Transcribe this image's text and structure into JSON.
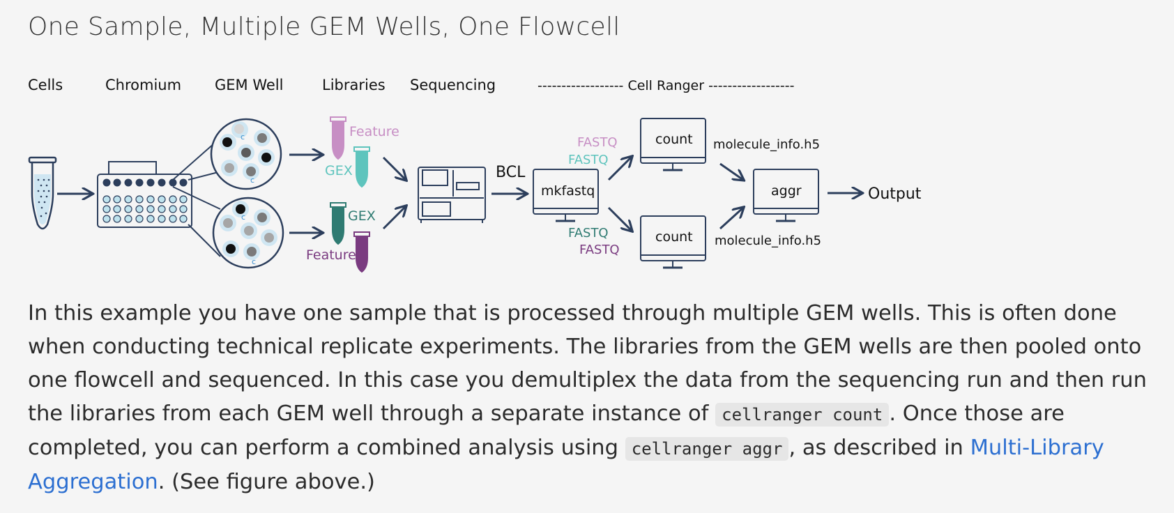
{
  "title": "One Sample, Multiple GEM Wells, One Flowcell",
  "figure": {
    "headers": {
      "cells": "Cells",
      "chromium": "Chromium",
      "gem_well": "GEM Well",
      "libraries": "Libraries",
      "sequencing": "Sequencing",
      "cell_ranger": "------------------ Cell Ranger ------------------"
    },
    "labels": {
      "feature_top": "Feature",
      "gex_top": "GEX",
      "gex_bottom": "GEX",
      "feature_bottom": "Feature",
      "bcl": "BCL",
      "mkfastq": "mkfastq",
      "fastq_1": "FASTQ",
      "fastq_2": "FASTQ",
      "fastq_3": "FASTQ",
      "fastq_4": "FASTQ",
      "count_top": "count",
      "count_bottom": "count",
      "molecule_top": "molecule_info.h5",
      "molecule_bottom": "molecule_info.h5",
      "aggr": "aggr",
      "output": "Output",
      "cell_marker": "c"
    },
    "colors": {
      "navy": "#2c3e5c",
      "feature_pink": "#c78ec4",
      "gex_teal": "#5ec4bd",
      "gex_dark_teal": "#2f7b72",
      "feature_purple": "#7a3b80",
      "bead_light_blue": "#cfe6f2"
    }
  },
  "paragraph": {
    "part1": "In this example you have one sample that is processed through multiple GEM wells. This is often done when conducting technical replicate experiments. The libraries from the GEM wells are then pooled onto one flowcell and sequenced. In this case you demultiplex the data from the sequencing run and then run the libraries from each GEM well through a separate instance of ",
    "code1": "cellranger count",
    "part2": ". Once those are completed, you can perform a combined analysis using ",
    "code2": "cellranger aggr",
    "part3": ", as described in ",
    "link": "Multi-Library Aggregation",
    "part4": ". (See figure above.)"
  }
}
